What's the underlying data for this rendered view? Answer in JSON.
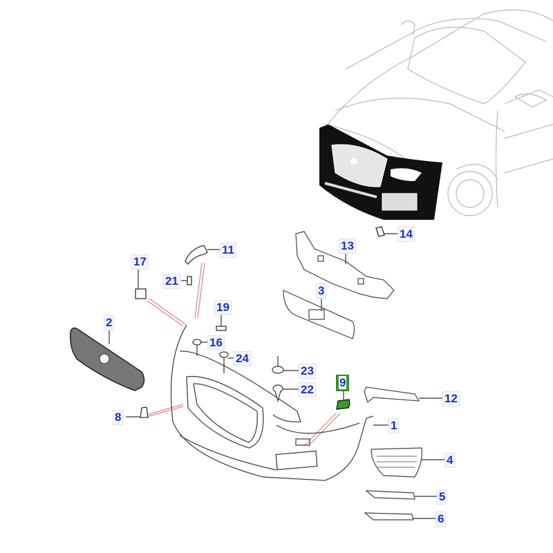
{
  "diagram": {
    "title": "Front Bumper Exploded Parts Diagram",
    "highlight_color": "#3a9a2c",
    "callout_color": "#1a2fd6",
    "leader_color": "#e08080",
    "callouts": [
      {
        "id": "1",
        "label": "1",
        "part": "front-bumper-cover"
      },
      {
        "id": "2",
        "label": "2",
        "part": "radiator-grille"
      },
      {
        "id": "3",
        "label": "3",
        "part": "license-plate-bracket"
      },
      {
        "id": "4",
        "label": "4",
        "part": "side-air-intake-grille"
      },
      {
        "id": "5",
        "label": "5",
        "part": "lower-trim-strip"
      },
      {
        "id": "6",
        "label": "6",
        "part": "lower-trim-strip-bracket"
      },
      {
        "id": "8",
        "label": "8",
        "part": "grille-clip"
      },
      {
        "id": "9",
        "label": "9",
        "part": "tow-hook-cover",
        "highlighted": true
      },
      {
        "id": "11",
        "label": "11",
        "part": "headlamp-bracket"
      },
      {
        "id": "12",
        "label": "12",
        "part": "side-support-bracket"
      },
      {
        "id": "13",
        "label": "13",
        "part": "energy-absorber"
      },
      {
        "id": "14",
        "label": "14",
        "part": "clip"
      },
      {
        "id": "16",
        "label": "16",
        "part": "push-pin"
      },
      {
        "id": "17",
        "label": "17",
        "part": "sensor-bracket"
      },
      {
        "id": "19",
        "label": "19",
        "part": "screw"
      },
      {
        "id": "21",
        "label": "21",
        "part": "bolt"
      },
      {
        "id": "22",
        "label": "22",
        "part": "retainer"
      },
      {
        "id": "23",
        "label": "23",
        "part": "retainer-nut"
      },
      {
        "id": "24",
        "label": "24",
        "part": "push-rivet"
      }
    ]
  }
}
